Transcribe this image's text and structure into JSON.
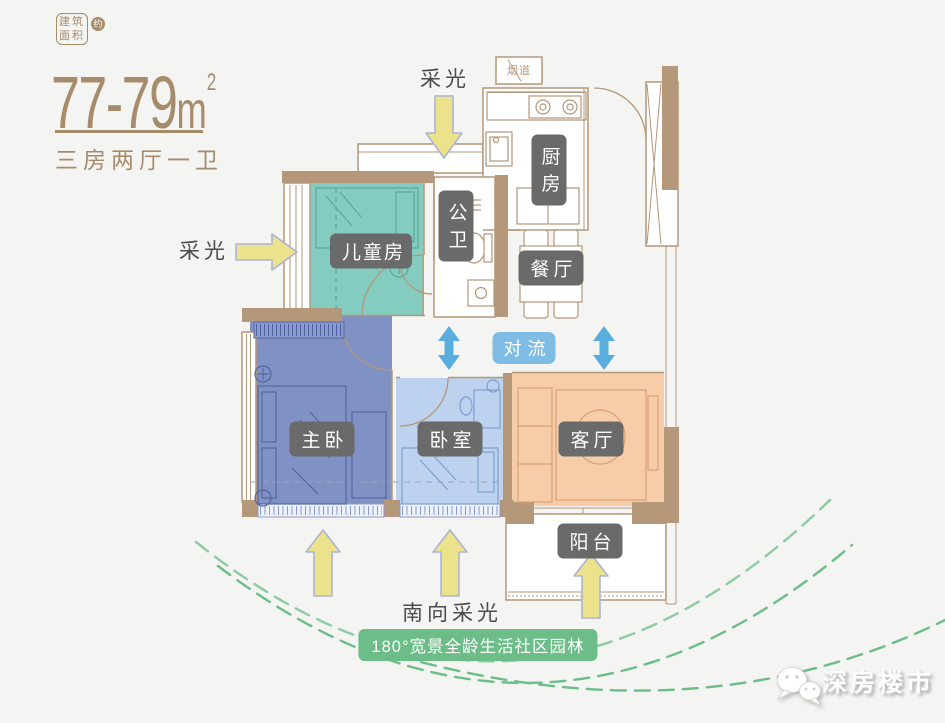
{
  "colors": {
    "bg": "#f4f4f2",
    "tan": "#a78c6b",
    "wall": "#b5977a",
    "teal": "#85ccc0",
    "master": "#8091c3",
    "bedroom": "#bcd2ee",
    "living": "#f7cda9",
    "label_bg": "#6a6a6a",
    "blue": "#5aaede",
    "blue_label": "#7fbce6",
    "yellow": "#ece28c",
    "green": "#6cbd88",
    "gray_text": "#4e4c49"
  },
  "header": {
    "badge_line1": "建筑",
    "badge_line2": "面积",
    "badge_approx": "约",
    "area_value": "77-79",
    "area_unit": "m",
    "area_exponent": "2",
    "layout_type": "三房两厅一卫"
  },
  "rooms": {
    "children": "儿童房",
    "bathroom": "公卫",
    "kitchen": "厨房",
    "dining": "餐厅",
    "master": "主卧",
    "bedroom": "卧室",
    "living": "客厅",
    "balcony": "阳台",
    "flue": "烟道"
  },
  "annotations": {
    "daylight_top": "采光",
    "daylight_left": "采光",
    "south_daylight": "南向采光",
    "convection": "对流",
    "garden_banner": "180°宽景全龄生活社区园林"
  },
  "watermark": {
    "brand": "深房楼市"
  }
}
